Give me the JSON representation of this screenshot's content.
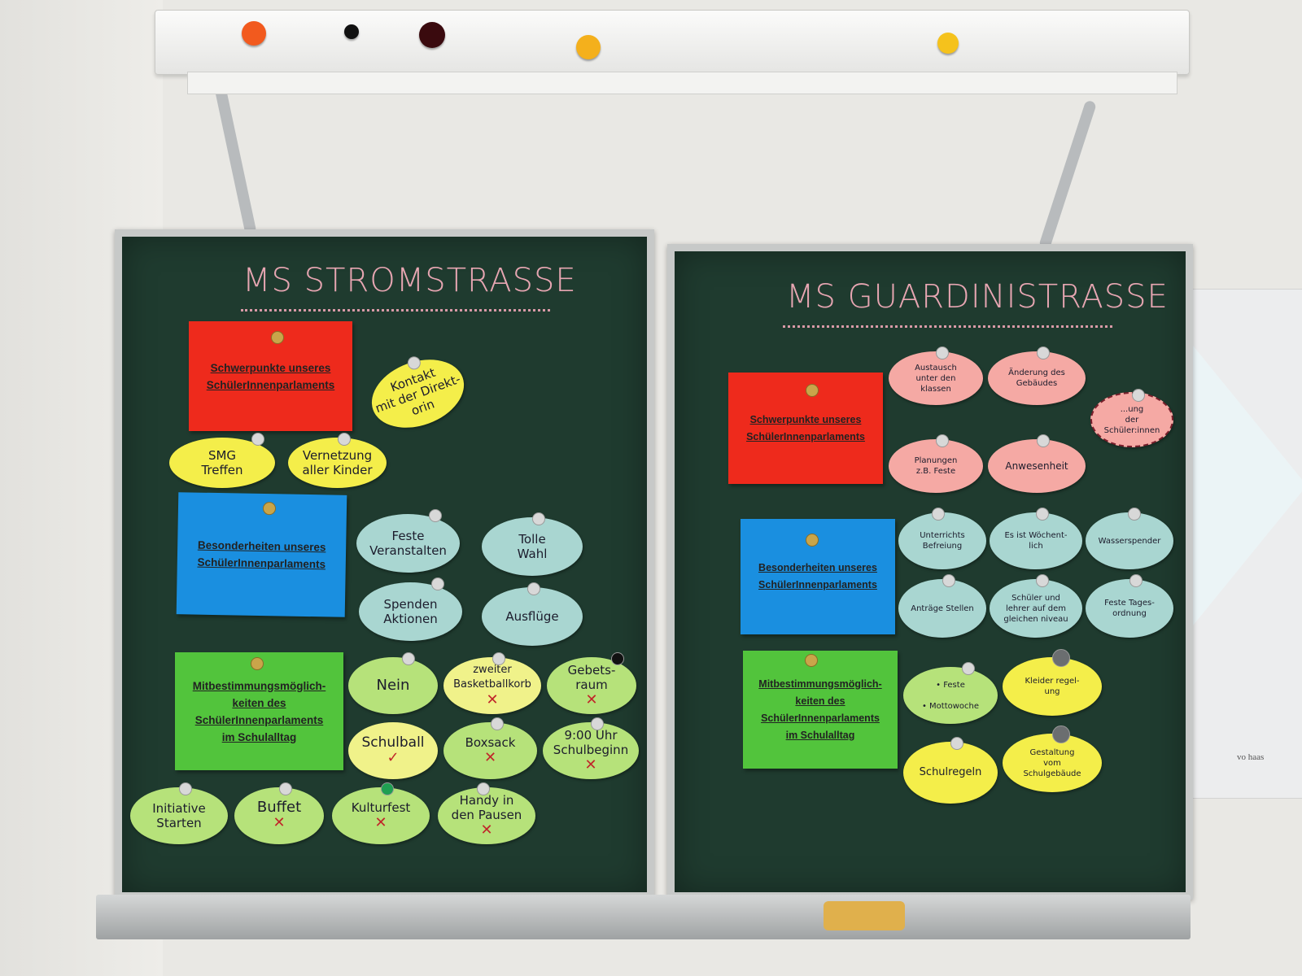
{
  "left_board": {
    "title": "MS STROMSTRASSE",
    "sections": [
      {
        "heading": "Schwerpunkte unseres\nSchülerInnenparlaments",
        "color": "#ee2a1c",
        "notes": [
          "Kontakt\nmit der Direkt-\norin",
          "SMG\nTreffen",
          "Vernetzung\naller Kinder"
        ]
      },
      {
        "heading": "Besonderheiten unseres\nSchülerInnenparlaments",
        "color": "#1a8fe0",
        "notes": [
          "Feste\nVeranstalten",
          "Tolle\nWahl",
          "Spenden\nAktionen",
          "Ausflüge"
        ]
      },
      {
        "heading": "Mitbestimmungsmöglich-\nkeiten des\nSchülerInnenparlaments\nim Schulalltag",
        "color": "#52c43c",
        "notes": [
          "Nein",
          "zweiter\nBasketballkorb",
          "Gebets-\nraum",
          "Schulball",
          "Initiative\nStarten",
          "Boxsack",
          "9:00 Uhr\nSchulbeginn",
          "Buffet",
          "Kulturfest",
          "Handy in\nden Pausen"
        ]
      }
    ]
  },
  "right_board": {
    "title": "MS GUARDINISTRASSE",
    "sections": [
      {
        "heading": "Schwerpunkte unseres\nSchülerInnenparlaments",
        "color": "#ee2a1c",
        "notes": [
          "Austausch\nunter den\nklassen",
          "Änderung des\nGebäudes",
          "...ung\nder\nSchüler:innen",
          "Planungen\nz.B. Feste",
          "Anwesenheit"
        ]
      },
      {
        "heading": "Besonderheiten unseres\nSchülerInnenparlaments",
        "color": "#1a8fe0",
        "notes": [
          "Unterrichts\nBefreiung",
          "Es ist Wöchent-\nlich",
          "Wasserspender",
          "Anträge Stellen",
          "Schüler und\nlehrer auf dem\ngleichen niveau",
          "Feste Tages-\nordnung"
        ]
      },
      {
        "heading": "Mitbestimmungsmöglich-\nkeiten des\nSchülerInnenparlaments\nim Schulalltag",
        "color": "#52c43c",
        "notes": [
          "• Feste\n\n• Mottowoche",
          "Kleider regel-\nung",
          "Schulregeln",
          "Gestaltung\nvom\nSchulgebäude"
        ]
      }
    ]
  },
  "marks": {
    "cross": "✕",
    "check": "✓"
  },
  "brand": "vo haas"
}
